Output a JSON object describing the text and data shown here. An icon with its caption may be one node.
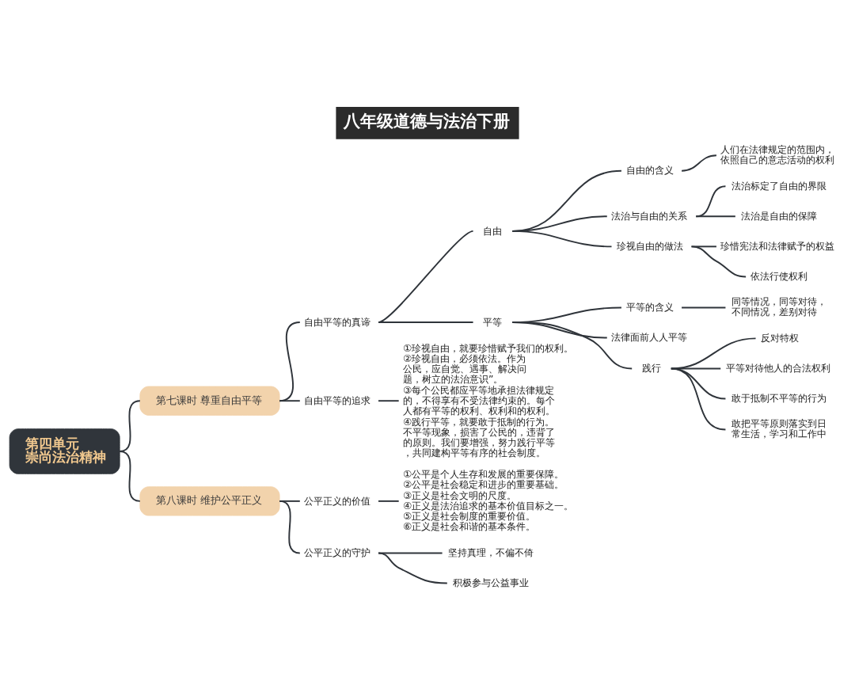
{
  "diagram": {
    "title": "八年级道德与法治下册",
    "nodes": [
      {
        "text": [
          "第四单元",
          "崇尚法治精神"
        ]
      },
      {
        "text": [
          "第七课时 尊重自由平等"
        ]
      },
      {
        "text": [
          "自由平等的真谛"
        ]
      },
      {
        "text": [
          "自由"
        ]
      },
      {
        "text": [
          "自由的含义"
        ]
      },
      {
        "text": [
          "人们在法律规定的范围内，依照自己的意志活动的权利"
        ]
      },
      {
        "text": [
          "法治与自由的关系"
        ]
      },
      {
        "text": [
          "法治标定了自由的界限"
        ]
      },
      {
        "text": [
          "法治是自由的保障"
        ]
      },
      {
        "text": [
          "珍视自由的做法"
        ]
      },
      {
        "text": [
          "珍惜宪法和法律赋予的权益"
        ]
      },
      {
        "text": [
          "依法行使权利"
        ]
      },
      {
        "text": [
          "平等"
        ]
      },
      {
        "text": [
          "平等的含义"
        ]
      },
      {
        "text": [
          "同等情况，同等对待，不同情况，差别对待"
        ]
      },
      {
        "text": [
          "法律面前人人平等"
        ]
      },
      {
        "text": [
          "践行"
        ]
      },
      {
        "text": [
          "反对特权"
        ]
      },
      {
        "text": [
          "平等对待他人的合法权利"
        ]
      },
      {
        "text": [
          "敢于抵制不平等的行为"
        ]
      },
      {
        "text": [
          "敢把平等原则落实到日常生活，学习和工作中"
        ]
      },
      {
        "text": [
          "自由平等的追求"
        ]
      },
      {
        "text": [
          "①珍视自由，就要珍惜赋予我们的权利。",
          "②珍视自由，必须依法。作为公民，应自觉、遇事、解决问题，树立的法治意识”。",
          "③每个公民都应平等地承担法律规定的，不得享有不受法律约束的。每个人都有平等的权利、权利和的权利。",
          "④践行平等，就要敢于抵制的行为。不平等现象，损害了公民的，违背了的原则。我们要增强，努力践行平等，共同建构平等有序的社会制度。"
        ]
      },
      {
        "text": [
          "第八课时 维护公平正义"
        ]
      },
      {
        "text": [
          "公平正义的价值"
        ]
      },
      {
        "text": [
          "①公平是个人生存和发展的重要保障。",
          "②公平是社会稳定和进步的重要基础。",
          "③正义是社会文明的尺度。",
          "④正义是法治追求的基本价值目标之一。",
          "⑤正义是社会制度的重要价值。",
          "⑥正义是社会和谐的基本条件。"
        ]
      },
      {
        "text": [
          "公平正义的守护"
        ]
      },
      {
        "text": [
          "坚持真理，不偏不倚"
        ]
      },
      {
        "text": [
          "积极参与公益事业"
        ]
      }
    ],
    "edges": [
      {
        "from": 0,
        "to": 1,
        "arrow": "none"
      },
      {
        "from": 1,
        "to": 2,
        "arrow": "none"
      },
      {
        "from": 2,
        "to": 3,
        "arrow": "none"
      },
      {
        "from": 3,
        "to": 4,
        "arrow": "none"
      },
      {
        "from": 4,
        "to": 5,
        "arrow": "none"
      },
      {
        "from": 3,
        "to": 6,
        "arrow": "none"
      },
      {
        "from": 6,
        "to": 7,
        "arrow": "none"
      },
      {
        "from": 6,
        "to": 8,
        "arrow": "none"
      },
      {
        "from": 3,
        "to": 9,
        "arrow": "none"
      },
      {
        "from": 9,
        "to": 10,
        "arrow": "none"
      },
      {
        "from": 9,
        "to": 11,
        "arrow": "none"
      },
      {
        "from": 2,
        "to": 12,
        "arrow": "none"
      },
      {
        "from": 12,
        "to": 13,
        "arrow": "none"
      },
      {
        "from": 13,
        "to": 14,
        "arrow": "none"
      },
      {
        "from": 12,
        "to": 15,
        "arrow": "none"
      },
      {
        "from": 12,
        "to": 16,
        "arrow": "none"
      },
      {
        "from": 16,
        "to": 17,
        "arrow": "none"
      },
      {
        "from": 16,
        "to": 18,
        "arrow": "none"
      },
      {
        "from": 16,
        "to": 19,
        "arrow": "none"
      },
      {
        "from": 16,
        "to": 20,
        "arrow": "none"
      },
      {
        "from": 1,
        "to": 21,
        "arrow": "none"
      },
      {
        "from": 21,
        "to": 22,
        "arrow": "none"
      },
      {
        "from": 0,
        "to": 23,
        "arrow": "none"
      },
      {
        "from": 23,
        "to": 24,
        "arrow": "none"
      },
      {
        "from": 24,
        "to": 25,
        "arrow": "none"
      },
      {
        "from": 23,
        "to": 26,
        "arrow": "none"
      },
      {
        "from": 26,
        "to": 27,
        "arrow": "none"
      },
      {
        "from": 26,
        "to": 28,
        "arrow": "none"
      }
    ]
  }
}
